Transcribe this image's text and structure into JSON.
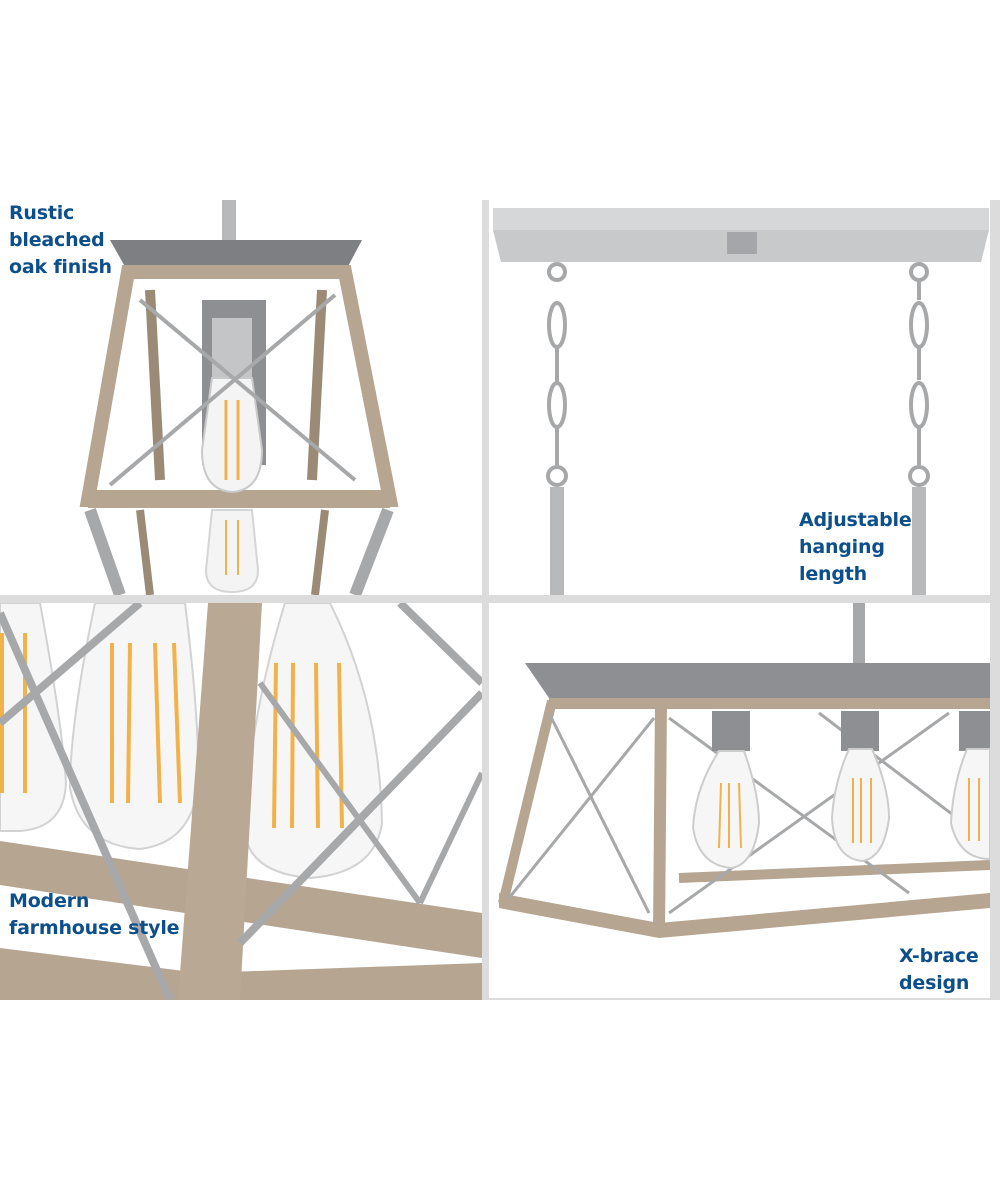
{
  "collage": {
    "panels": [
      {
        "id": "top-left",
        "caption_lines": [
          "Rustic",
          "bleached",
          "oak finish"
        ],
        "subject": "single-pendant-close-up"
      },
      {
        "id": "top-right",
        "caption_lines": [
          "Adjustable",
          "hanging",
          "length"
        ],
        "subject": "canopy-and-chains"
      },
      {
        "id": "bottom-left",
        "caption_lines": [
          "Modern",
          "farmhouse style"
        ],
        "subject": "bulbs-and-wood-frame-detail"
      },
      {
        "id": "bottom-right",
        "caption_lines": [
          "X-brace",
          "design"
        ],
        "subject": "linear-chandelier-x-brace"
      }
    ]
  },
  "colors": {
    "caption_text": "#0d4f8b",
    "divider": "#dcdcdc",
    "wood": "#b5a591",
    "wood_dark": "#9a8a76",
    "metal": "#b8b9bb",
    "metal_dark": "#7d7f82",
    "filament": "#f2b24b"
  }
}
